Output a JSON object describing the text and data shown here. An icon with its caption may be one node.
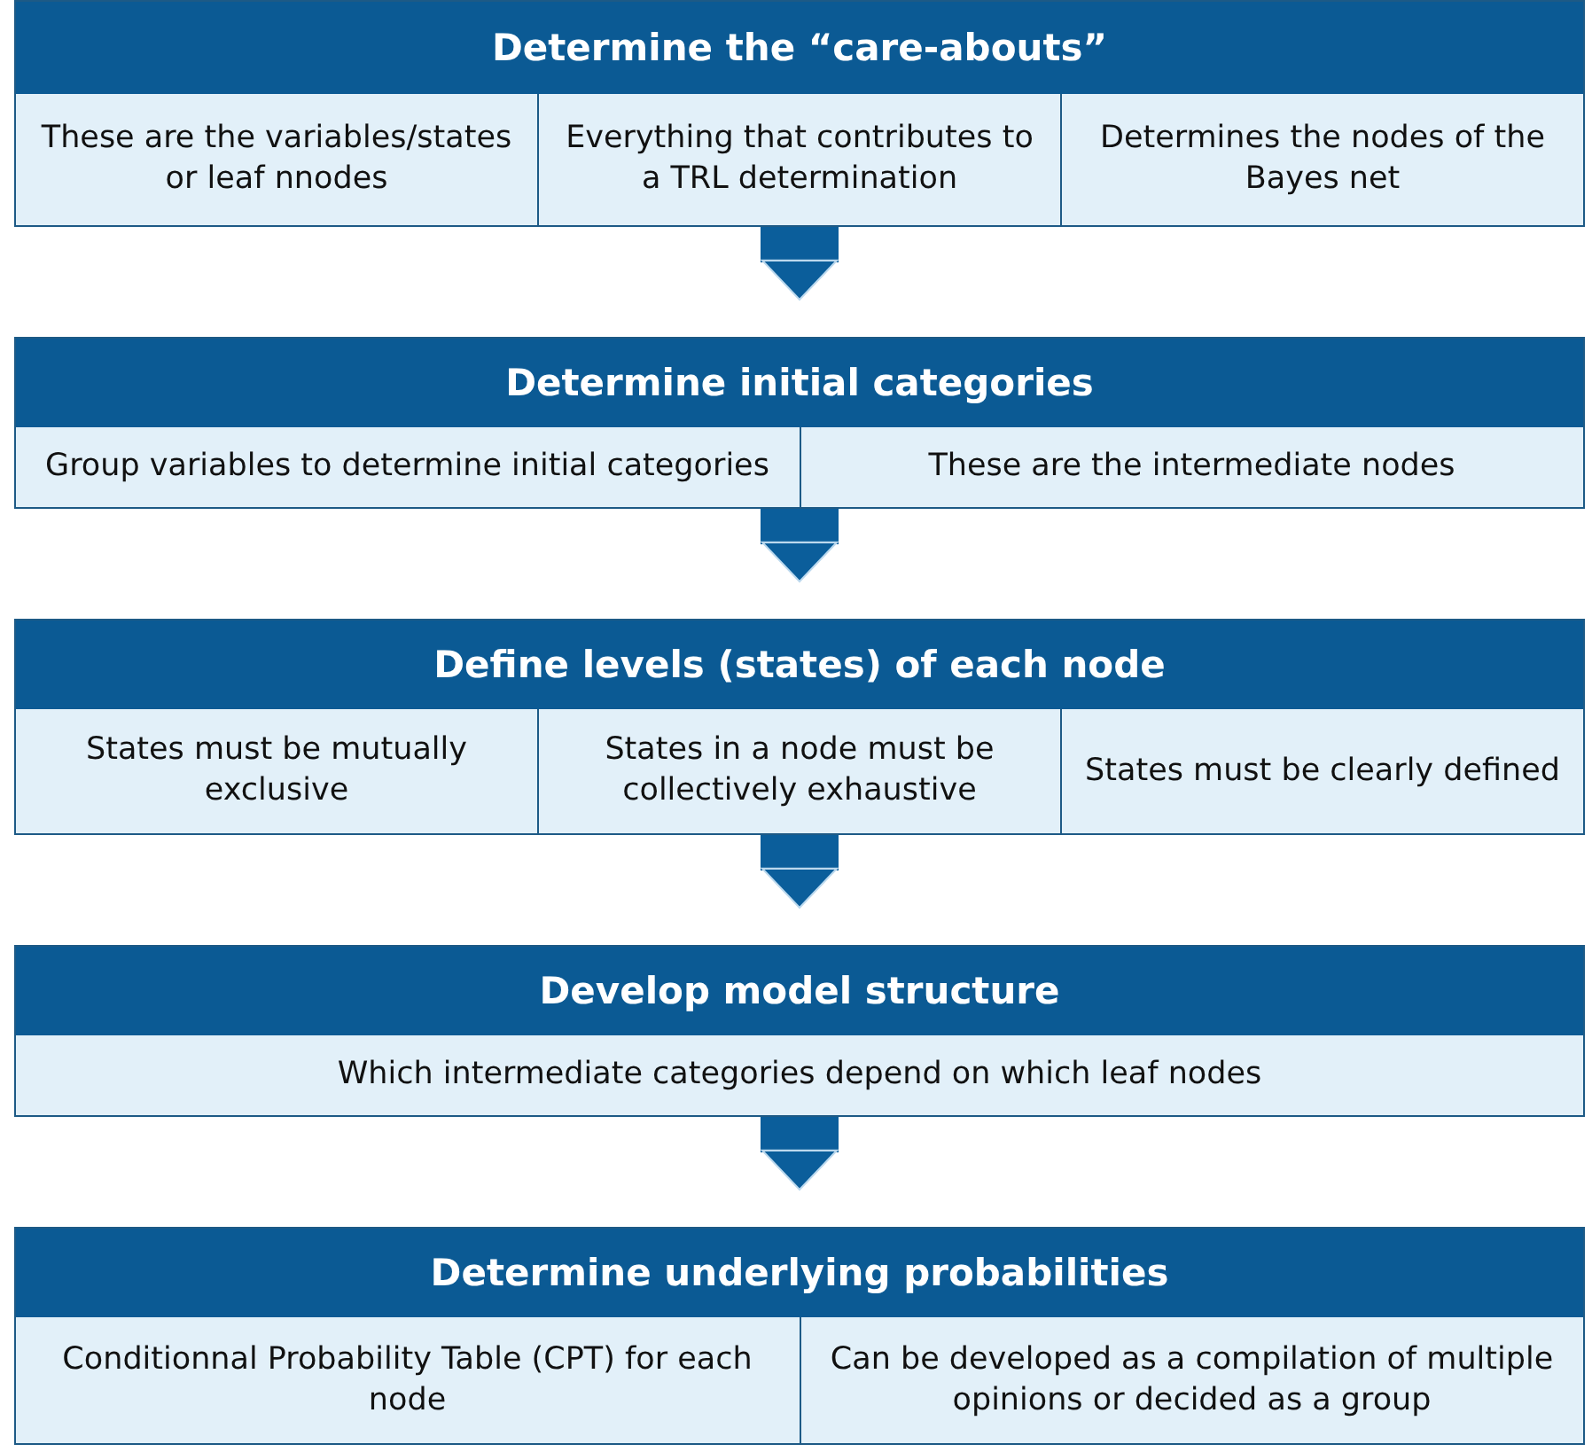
{
  "diagram": {
    "nodes": [
      {
        "text": [
          "Determine the “care-abouts”"
        ]
      },
      {
        "text": [
          "These are the variables/states or leaf nnodes"
        ],
        "in": 0
      },
      {
        "text": [
          "Everything that contributes to a TRL determination"
        ],
        "in": 0
      },
      {
        "text": [
          "Determines the nodes of the Bayes net"
        ],
        "in": 0
      },
      {
        "text": [
          "Determine initial categories"
        ]
      },
      {
        "text": [
          "Group variables to determine initial categories"
        ],
        "in": 4
      },
      {
        "text": [
          "These are the intermediate nodes"
        ],
        "in": 4
      },
      {
        "text": [
          "Define levels (states) of each node"
        ]
      },
      {
        "text": [
          "States must be mutually exclusive"
        ],
        "in": 7
      },
      {
        "text": [
          "States in a node must be collectively exhaustive"
        ],
        "in": 7
      },
      {
        "text": [
          "States must be clearly defined"
        ],
        "in": 7
      },
      {
        "text": [
          "Develop model structure"
        ]
      },
      {
        "text": [
          "Which intermediate categories depend on which leaf nodes"
        ],
        "in": 11
      },
      {
        "text": [
          "Determine underlying probabilities"
        ]
      },
      {
        "text": [
          "Conditionnal Probability Table (CPT) for each node"
        ],
        "in": 13
      },
      {
        "text": [
          "Can be developed as a compilation of multiple opinions or decided as a group"
        ],
        "in": 13
      }
    ],
    "edges": [
      {
        "from": 0,
        "to": 4,
        "arrow": "to"
      },
      {
        "from": 4,
        "to": 7,
        "arrow": "to"
      },
      {
        "from": 7,
        "to": 11,
        "arrow": "to"
      },
      {
        "from": 11,
        "to": 13,
        "arrow": "to"
      }
    ]
  }
}
